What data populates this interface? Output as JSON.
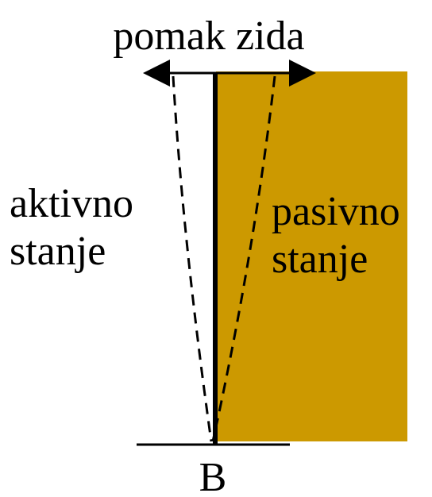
{
  "labels": {
    "title": "pomak zida",
    "active_line1": "aktivno",
    "active_line2": "stanje",
    "passive_line1": "pasivno",
    "passive_line2": "stanje",
    "base_point": "B"
  },
  "colors": {
    "soil": "#CC9900",
    "wall": "#000000",
    "background": "#FFFFFF"
  }
}
